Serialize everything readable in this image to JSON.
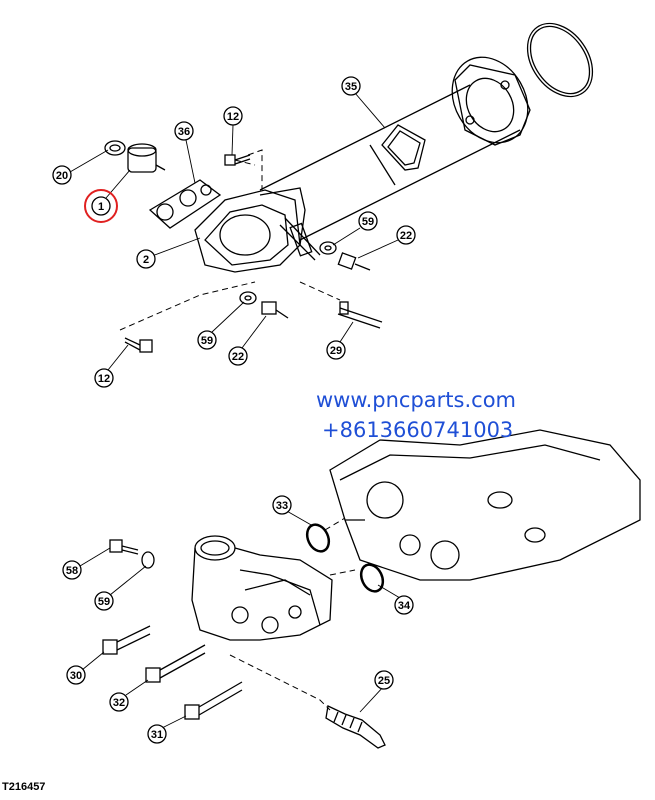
{
  "figure_id": "T216457",
  "watermark": {
    "url": "www.pncparts.com",
    "phone": "+8613660741003"
  },
  "callouts": {
    "c20": "20",
    "c1": "1",
    "c36": "36",
    "c12a": "12",
    "c35": "35",
    "c2": "2",
    "c59a": "59",
    "c22a": "22",
    "c59b": "59",
    "c22b": "22",
    "c29": "29",
    "c12b": "12",
    "c33": "33",
    "c58": "58",
    "c59c": "59",
    "c34": "34",
    "c30": "30",
    "c32": "32",
    "c25": "25",
    "c31": "31"
  },
  "colors": {
    "line": "#000000",
    "highlight": "#e02020",
    "watermark": "#1f4fd6"
  }
}
